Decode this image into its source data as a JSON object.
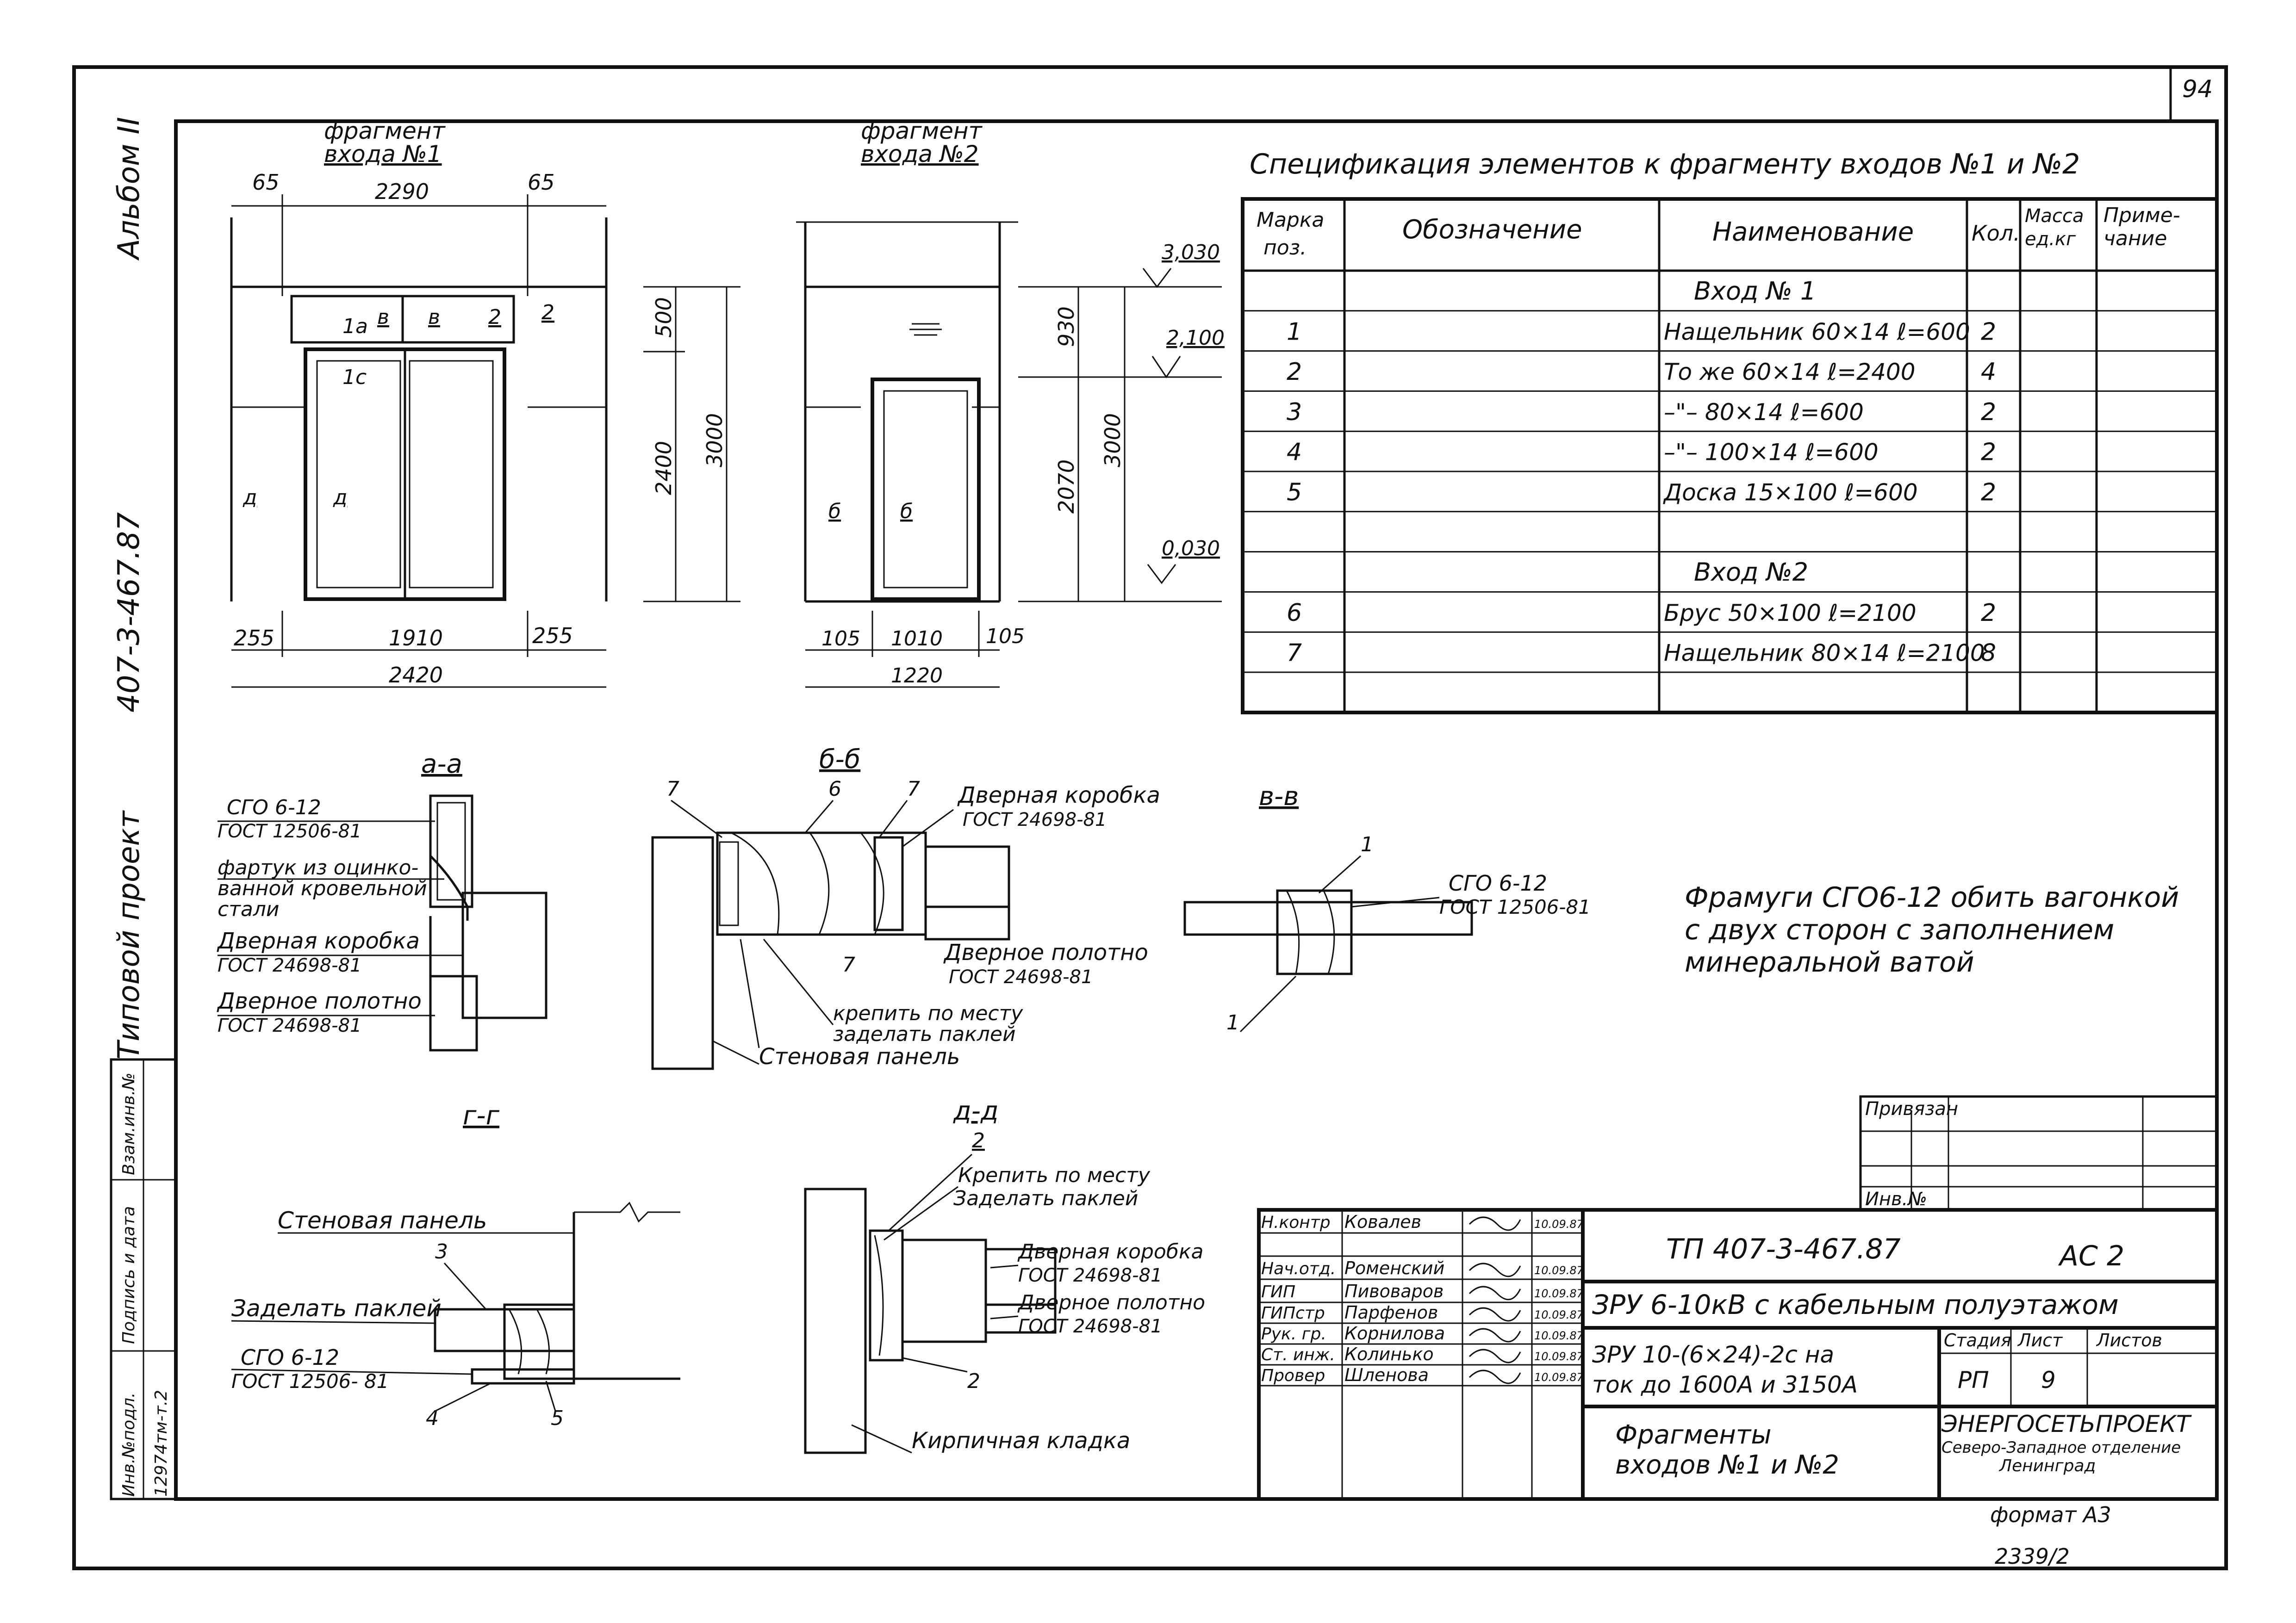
{
  "sheet": {
    "page_number": "94",
    "album": "Альбом II",
    "project_type": "Типовой проект",
    "project_number": "407-3-467.87",
    "archive_number": "2339/2",
    "format": "формат А3"
  },
  "side_stamp": {
    "headers": [
      "Инв.№подл.",
      "Подпись и дата",
      "Взам.инв.№"
    ],
    "inv_number": "12974тм-т.2"
  },
  "fragment1": {
    "title_line1": "фрагмент",
    "title_line2": "входа №1",
    "dims": {
      "top_left": "65",
      "top_mid": "2290",
      "top_right": "65",
      "h_500": "500",
      "h_2400": "2400",
      "h_3000": "3000",
      "bot_left": "255",
      "bot_mid": "1910",
      "bot_right": "255",
      "bot_total": "2420"
    },
    "marks": {
      "v1": "в",
      "v2": "в",
      "m1a": "1а",
      "m1c": "1с",
      "m2": "2",
      "m2b": "2",
      "d1": "д",
      "d2": "д"
    }
  },
  "fragment2": {
    "title_line1": "фрагмент",
    "title_line2": "входа №2",
    "dims": {
      "h_930": "930",
      "h_2070": "2070",
      "h_3000": "3000",
      "bot_left": "105",
      "bot_mid": "1010",
      "bot_right": "105",
      "bot_total": "1220"
    },
    "levels": [
      "3,030",
      "2,100",
      "0,030"
    ],
    "marks": {
      "b1": "б",
      "b2": "б"
    }
  },
  "spec": {
    "title": "Спецификация элементов к фрагменту входов №1 и №2",
    "headers": [
      "Марка поз.",
      "Обозначение",
      "Наименование",
      "Кол.",
      "Масса ед.кг",
      "Приме-чание"
    ],
    "rows": [
      {
        "pos": "",
        "designation": "",
        "name": "Вход № 1",
        "qty": "",
        "group": true
      },
      {
        "pos": "1",
        "designation": "",
        "name": "Нащельник 60×14 ℓ=600",
        "qty": "2"
      },
      {
        "pos": "2",
        "designation": "",
        "name": "То же 60×14   ℓ=2400",
        "qty": "4"
      },
      {
        "pos": "3",
        "designation": "",
        "name": "–\"–   80×14   ℓ=600",
        "qty": "2"
      },
      {
        "pos": "4",
        "designation": "",
        "name": "–\"–  100×14   ℓ=600",
        "qty": "2"
      },
      {
        "pos": "5",
        "designation": "",
        "name": "Доска 15×100   ℓ=600",
        "qty": "2"
      },
      {
        "pos": "",
        "designation": "",
        "name": "",
        "qty": ""
      },
      {
        "pos": "",
        "designation": "",
        "name": "Вход №2",
        "qty": "",
        "group": true
      },
      {
        "pos": "6",
        "designation": "",
        "name": "Брус 50×100 ℓ=2100",
        "qty": "2"
      },
      {
        "pos": "7",
        "designation": "",
        "name": "Нащельник 80×14 ℓ=2100",
        "qty": "8"
      },
      {
        "pos": "",
        "designation": "",
        "name": "",
        "qty": ""
      }
    ]
  },
  "section_aa": {
    "title": "а-а",
    "labels": [
      "СГО 6-12",
      "ГОСТ 12506-81",
      "фартук из оцинко-",
      "ванной кровельной",
      "стали",
      "Дверная коробка",
      "ГОСТ 24698-81",
      "Дверное полотно",
      "ГОСТ 24698-81"
    ]
  },
  "section_bb": {
    "title": "б-б",
    "labels": [
      "7",
      "6",
      "7",
      "Дверная коробка",
      "ГОСТ 24698-81",
      "Дверное полотно",
      "ГОСТ 24698-81",
      "7",
      "крепить по месту",
      "заделать паклей",
      "Стеновая панель"
    ]
  },
  "section_vv": {
    "title": "в-в",
    "labels": [
      "1",
      "СГО 6-12",
      "ГОСТ 12506-81",
      "1"
    ]
  },
  "note": {
    "lines": [
      "Фрамуги СГО6-12 обить вагонкой",
      "с двух сторон с заполнением",
      "минеральной ватой"
    ]
  },
  "section_gg": {
    "title": "г-г",
    "labels": [
      "Стеновая панель",
      "3",
      "Заделать паклей",
      "СГО 6-12",
      "ГОСТ 12506- 81",
      "4",
      "5"
    ]
  },
  "section_dd": {
    "title": "д-д",
    "labels": [
      "2",
      "Крепить по месту",
      "Заделать паклей",
      "Дверная коробка",
      "ГОСТ 24698-81",
      "Дверное полотно",
      "ГОСТ 24698-81",
      "2",
      "Кирпичная кладка"
    ]
  },
  "binding": {
    "title": "Привязан",
    "inv": "Инв.№"
  },
  "title_block": {
    "people": [
      {
        "role": "Н.контр",
        "name": "Ковалев",
        "date": "10.09.87"
      },
      {
        "role": "",
        "name": "",
        "date": ""
      },
      {
        "role": "Нач.отд.",
        "name": "Роменский",
        "date": "10.09.87"
      },
      {
        "role": "ГИП",
        "name": "Пивоваров",
        "date": "10.09.87"
      },
      {
        "role": "ГИПстр",
        "name": "Парфенов",
        "date": "10.09.87"
      },
      {
        "role": "Рук. гр.",
        "name": "Корнилова",
        "date": "10.09.87"
      },
      {
        "role": "Ст. инж.",
        "name": "Колинько",
        "date": "10.09.87"
      },
      {
        "role": "Провер",
        "name": "Шленова",
        "date": "10.09.87"
      }
    ],
    "doc_code": "ТП   407-3-467.87",
    "sheet_mark": "АС 2",
    "object": "ЗРУ 6-10кВ с кабельным полуэтажом",
    "subject_line1": "ЗРУ 10-(6×24)-2с на",
    "subject_line2": "ток до 1600А и 3150А",
    "stage_header": "Стадия",
    "sheet_header": "Лист",
    "sheets_header": "Листов",
    "stage": "РП",
    "sheet": "9",
    "sheets": "",
    "drawing_title_line1": "Фрагменты",
    "drawing_title_line2": "входов №1 и №2",
    "org1": "ЭНЕРГОСЕТЬПРОЕКТ",
    "org2": "Северо-Западное отделение",
    "org3": "Ленинград"
  }
}
